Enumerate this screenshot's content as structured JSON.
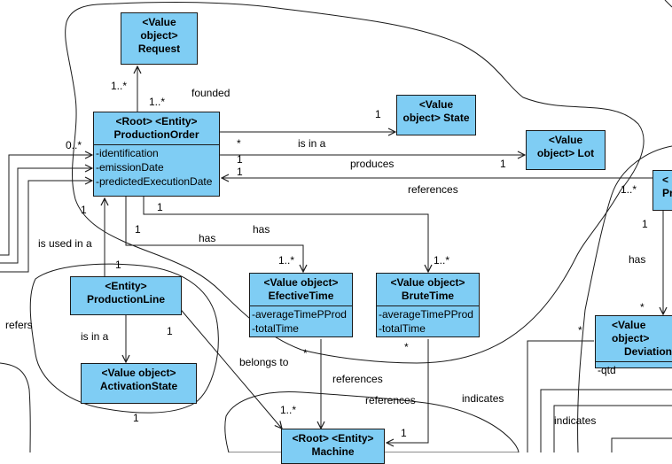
{
  "classes": {
    "request": {
      "lines": [
        "<Value",
        "object>",
        "Request"
      ]
    },
    "production_order": {
      "lines": [
        "<Root> <Entity>",
        "ProductionOrder"
      ],
      "attributes": [
        "-identification",
        "-emissionDate",
        "-predictedExecutionDate"
      ]
    },
    "state": {
      "lines": [
        "<Value",
        "object> State"
      ]
    },
    "lot": {
      "lines": [
        "<Value",
        "object> Lot"
      ]
    },
    "production_line": {
      "lines": [
        "<Entity>",
        "ProductionLine"
      ]
    },
    "effective_time": {
      "lines": [
        "<Value object>",
        "EfectiveTime"
      ],
      "attributes": [
        "-averageTimePProd",
        "-totalTime"
      ]
    },
    "brute_time": {
      "lines": [
        "<Value object>",
        "BruteTime"
      ],
      "attributes": [
        "-averageTimePProd",
        "-totalTime"
      ]
    },
    "activation_state": {
      "lines": [
        "<Value object>",
        "ActivationState"
      ]
    },
    "machine": {
      "lines": [
        "<Root> <Entity>",
        "Machine"
      ]
    },
    "deviation": {
      "lines": [
        "<Value object>",
        "Deviation"
      ],
      "attributes": [
        "-qtd"
      ]
    },
    "product_partial": {
      "lines": [
        "<",
        "Pr"
      ]
    }
  },
  "labels": {
    "founded": "founded",
    "is_in_a_state": "is in a",
    "produces": "produces",
    "references_top": "references",
    "has_left": "has",
    "has_mid": "has",
    "has_right": "has",
    "is_used_in_a": "is used in a",
    "refers": "refers",
    "is_in_a_line": "is in a",
    "belongs_to": "belongs to",
    "references_mid": "references",
    "references_low": "references",
    "indicates_1": "indicates",
    "indicates_2": "indicates"
  },
  "multiplicities": {
    "req_1": "1..*",
    "req_2": "1..*",
    "state_1": "1",
    "order_star": "*",
    "order_1a": "1",
    "order_1b": "1",
    "lot_1": "1",
    "order_0": "0..*",
    "order_left_1": "1",
    "order_bottom_1": "1",
    "order_bottom_1b": "1",
    "eff_1": "1..*",
    "brute_1": "1..*",
    "pl_1": "1",
    "pl_right_1": "1",
    "as_1": "1",
    "eff_star": "*",
    "brute_star": "*",
    "machine_1": "1..*",
    "machine_1b": "1",
    "prod_1": "1..*",
    "prod_1b": "1",
    "dev_star": "*",
    "dev_star_left": "*"
  },
  "colors": {
    "class_fill": "#7fcdf4",
    "line": "#1a1a1a"
  }
}
